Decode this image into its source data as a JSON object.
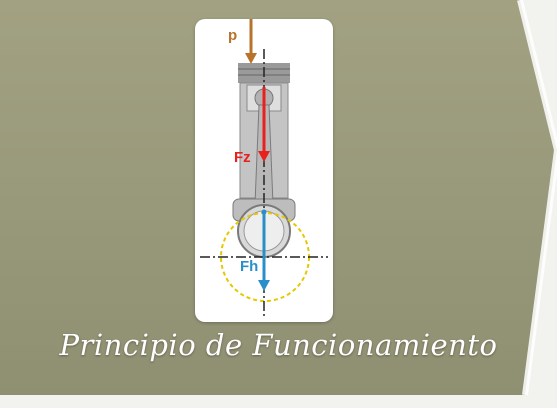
{
  "slide": {
    "title": "Principio de Funcionamiento",
    "colors": {
      "panel": "#9c9c7c",
      "panel_dark": "#7e7e62",
      "card": "#ffffff",
      "force_p": "#b8732a",
      "force_fz": "#e8201e",
      "force_fh": "#2a8fc9",
      "circle": "#e6c800"
    }
  },
  "diagram": {
    "label_p": "p",
    "label_fz": "Fz",
    "label_fh": "Fh"
  }
}
